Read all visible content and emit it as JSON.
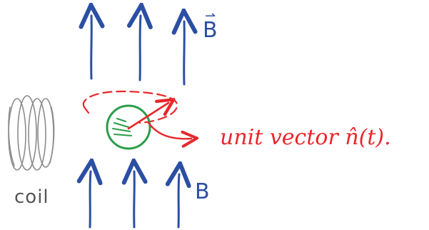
{
  "labels": {
    "field_top": "B",
    "field_top_vector_mark": "⇀",
    "field_bottom": "B",
    "coil": "coil",
    "unit_vector": "unit vector n̂(t)."
  },
  "colors": {
    "field_arrows": "#2b4fa3",
    "unit_vector": "#e8262b",
    "particle": "#2a9d4a",
    "coil": "#8c8c8c"
  },
  "icons": {
    "field": "arrow-up-icon",
    "coil": "coil-spring-icon",
    "particle": "green-circle-icon",
    "pointer": "arrow-right-icon"
  }
}
